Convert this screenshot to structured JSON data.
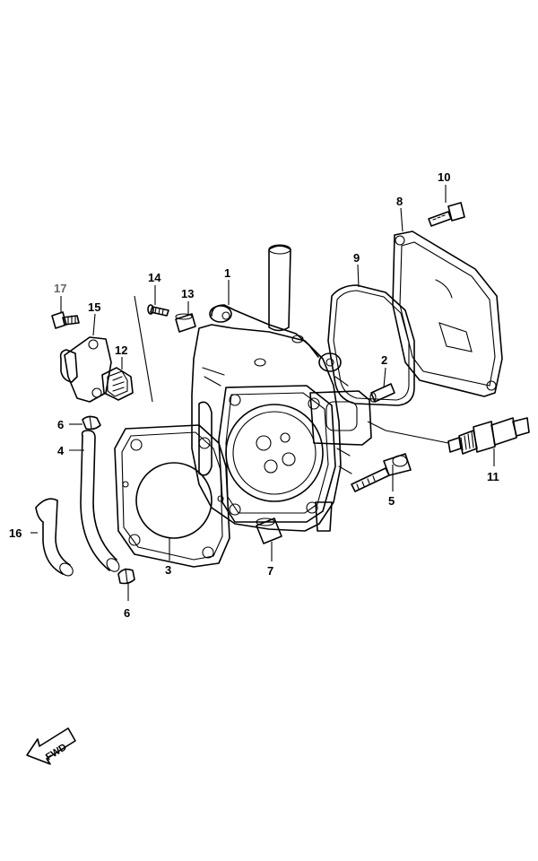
{
  "callouts": [
    {
      "id": "1",
      "label": "1"
    },
    {
      "id": "2",
      "label": "2"
    },
    {
      "id": "3",
      "label": "3"
    },
    {
      "id": "4",
      "label": "4"
    },
    {
      "id": "5",
      "label": "5"
    },
    {
      "id": "6a",
      "label": "6"
    },
    {
      "id": "6b",
      "label": "6"
    },
    {
      "id": "7",
      "label": "7"
    },
    {
      "id": "8",
      "label": "8"
    },
    {
      "id": "9",
      "label": "9"
    },
    {
      "id": "10",
      "label": "10"
    },
    {
      "id": "11",
      "label": "11"
    },
    {
      "id": "12",
      "label": "12"
    },
    {
      "id": "13",
      "label": "13"
    },
    {
      "id": "14",
      "label": "14"
    },
    {
      "id": "15",
      "label": "15"
    },
    {
      "id": "16",
      "label": "16"
    },
    {
      "id": "17",
      "label": "17"
    }
  ],
  "fwd_label": "FWD"
}
